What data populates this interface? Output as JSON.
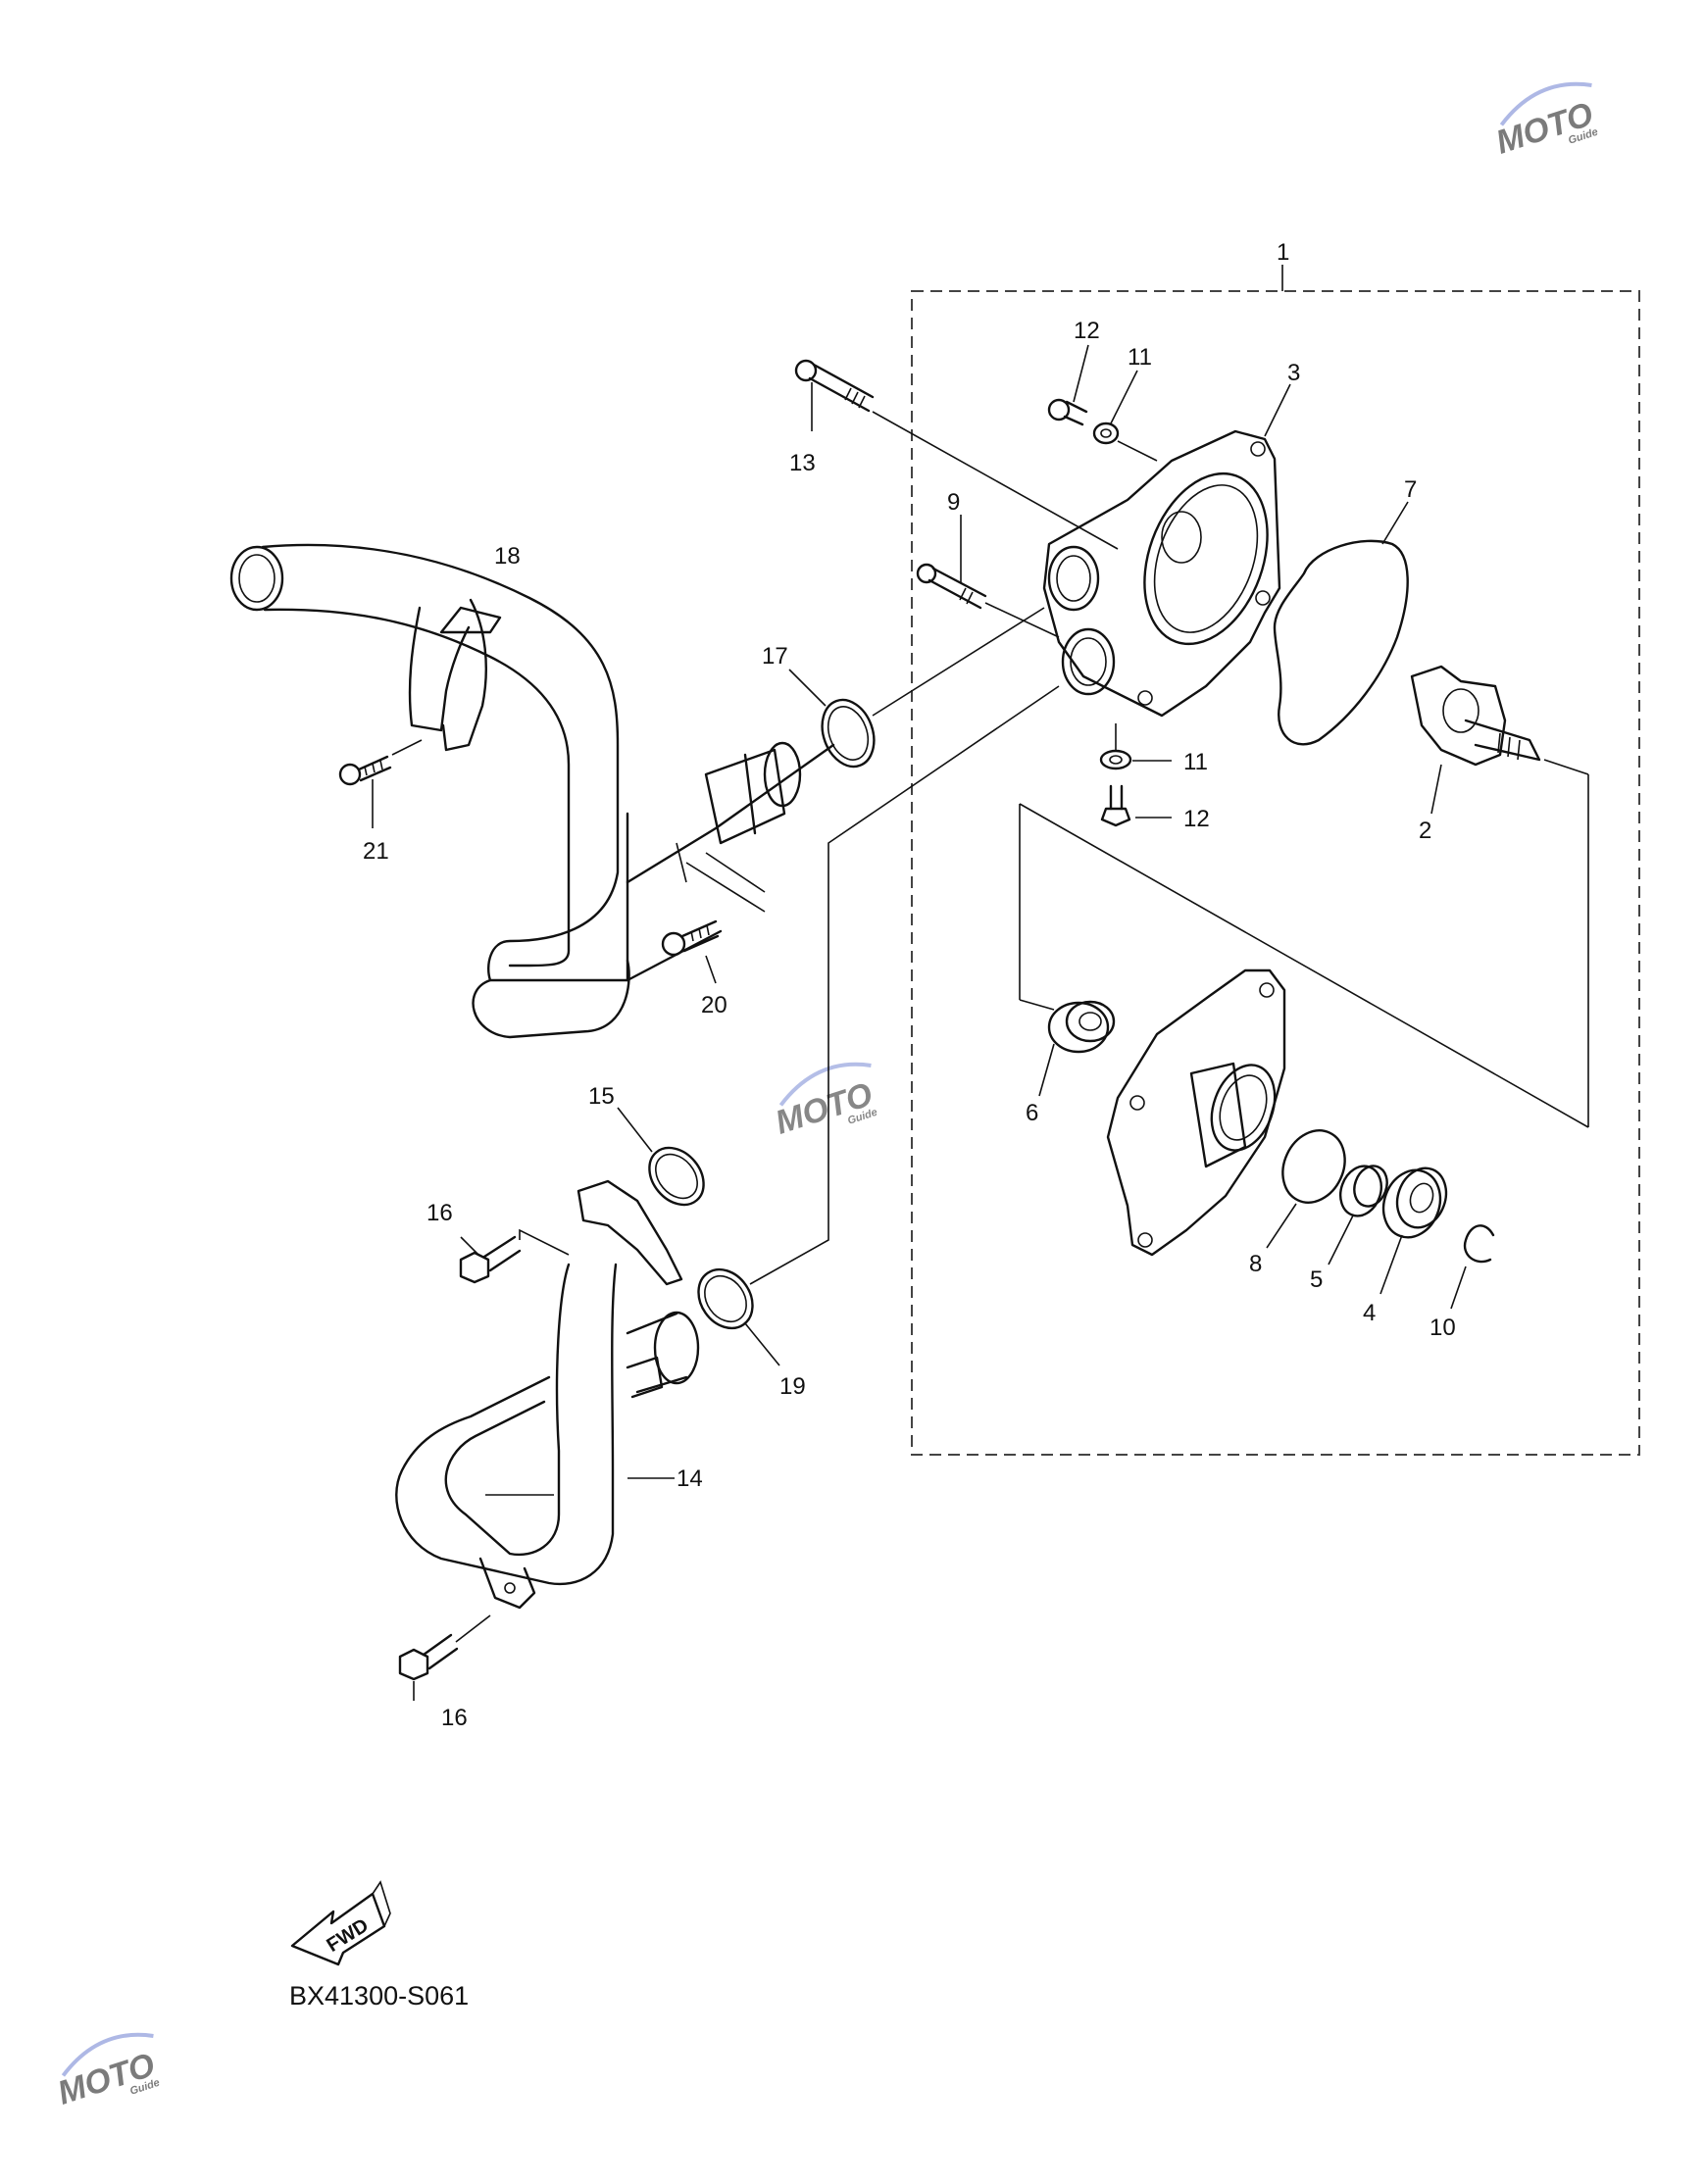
{
  "diagram": {
    "code": "BX41300-S061",
    "fwd_label": "FWD",
    "watermark": {
      "brand": "MOTO",
      "sub": "Guide"
    },
    "callouts": {
      "c1": "1",
      "c2": "2",
      "c3": "3",
      "c4": "4",
      "c5": "5",
      "c6": "6",
      "c7": "7",
      "c8": "8",
      "c9": "9",
      "c10": "10",
      "c11a": "11",
      "c11b": "11",
      "c12a": "12",
      "c12b": "12",
      "c13": "13",
      "c14": "14",
      "c15": "15",
      "c16a": "16",
      "c16b": "16",
      "c17": "17",
      "c18": "18",
      "c19": "19",
      "c20": "20",
      "c21": "21"
    }
  }
}
